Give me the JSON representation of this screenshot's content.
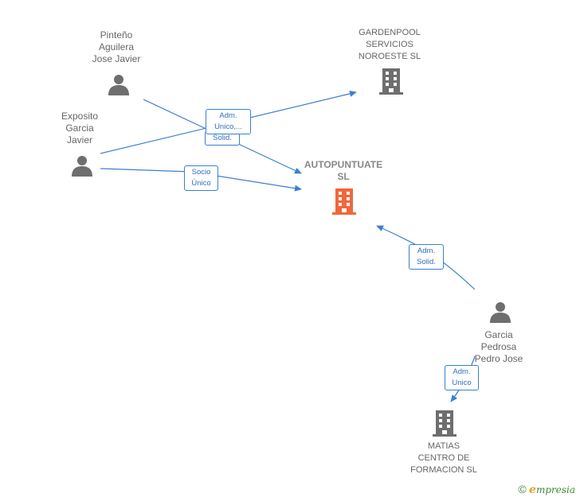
{
  "colors": {
    "edge": "#3a7fd4",
    "icon_gray": "#6e6e6e",
    "icon_main": "#f2663a"
  },
  "nodes": {
    "pinteno": {
      "label": "Pinteño\nAguilera\nJose Javier",
      "icon": "person-icon"
    },
    "exposito": {
      "label": "Exposito\nGarcia\nJavier",
      "icon": "person-icon"
    },
    "gardenpool": {
      "label": "GARDENPOOL\nSERVICIOS\nNOROESTE  SL",
      "icon": "building-icon"
    },
    "autopuntuate": {
      "label": "AUTOPUNTUATE\nSL",
      "icon": "building-icon"
    },
    "garcia": {
      "label": "Garcia\nPedrosa\nPedro Jose",
      "icon": "person-icon"
    },
    "matias": {
      "label": "MATIAS\nCENTRO DE\nFORMACION SL",
      "icon": "building-icon"
    }
  },
  "relations": {
    "adm_unico_multi": "Adm.\nUnico,...",
    "solid": "Solid.",
    "socio_unico": "Socio\nÚnico",
    "adm_solid": "Adm.\nSolid.",
    "adm_unico": "Adm.\nUnico"
  },
  "footer": {
    "copyright": "©",
    "brand_e": "e",
    "brand_rest": "mpresia"
  }
}
